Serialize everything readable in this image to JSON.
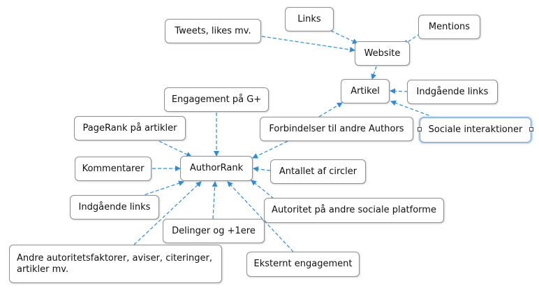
{
  "diagram": {
    "nodes": {
      "tweets": "Tweets, likes mv.",
      "links_top": "Links",
      "mentions": "Mentions",
      "website": "Website",
      "artikel": "Artikel",
      "indgaaende_links_right": "Indgående links",
      "sociale": "Sociale interaktioner",
      "engagement_g": "Engagement på G+",
      "pagerank": "PageRank på artikler",
      "forbindelser": "Forbindelser til andre Authors",
      "kommentarer": "Kommentarer",
      "authorrank": "AuthorRank",
      "antallet": "Antallet af circler",
      "indgaaende_links_left": "Indgående links",
      "autoritet": "Autoritet på andre sociale platforme",
      "delinger": "Delinger og +1ere",
      "andre": "Andre autoritetsfaktorer, aviser, citeringer, artikler mv.",
      "eksternt": "Eksternt engagement"
    },
    "edges": [
      [
        "tweets",
        "website"
      ],
      [
        "links_top",
        "website"
      ],
      [
        "mentions",
        "website"
      ],
      [
        "website",
        "artikel"
      ],
      [
        "indgaaende_links_right",
        "artikel"
      ],
      [
        "sociale",
        "artikel"
      ],
      [
        "forbindelser",
        "artikel"
      ],
      [
        "engagement_g",
        "authorrank"
      ],
      [
        "pagerank",
        "authorrank"
      ],
      [
        "forbindelser",
        "authorrank"
      ],
      [
        "kommentarer",
        "authorrank"
      ],
      [
        "antallet",
        "authorrank"
      ],
      [
        "indgaaende_links_left",
        "authorrank"
      ],
      [
        "autoritet",
        "authorrank"
      ],
      [
        "delinger",
        "authorrank"
      ],
      [
        "andre",
        "authorrank"
      ],
      [
        "eksternt",
        "authorrank"
      ]
    ],
    "selected_node": "sociale",
    "colors": {
      "arrow": "#2a8de0",
      "node_border": "#8f8f8f",
      "selection": "#6d9ad8"
    }
  }
}
